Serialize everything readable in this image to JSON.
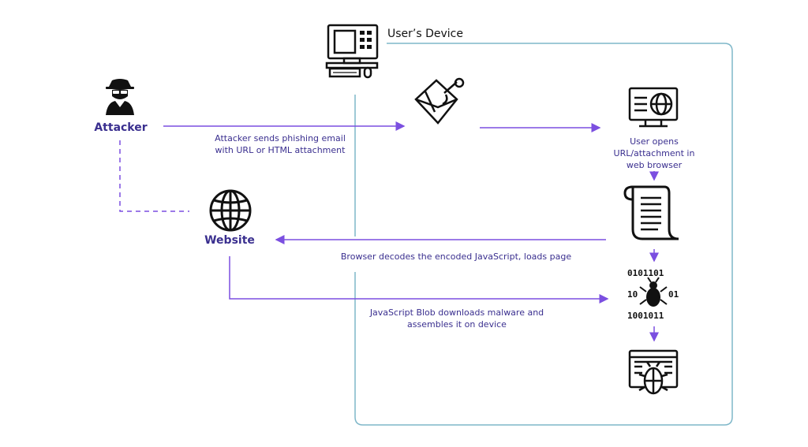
{
  "device_box": {
    "title": "User’s Device"
  },
  "nodes": {
    "attacker": {
      "label": "Attacker",
      "icon": "hacker-icon"
    },
    "website": {
      "label": "Website",
      "icon": "globe-icon"
    },
    "device": {
      "icon": "desktop-computer-icon"
    },
    "email": {
      "icon": "phishing-email-icon"
    },
    "browser": {
      "icon": "web-browser-icon"
    },
    "script": {
      "icon": "script-scroll-icon"
    },
    "malware_code": {
      "icon": "binary-bug-icon"
    },
    "infected_window": {
      "icon": "infected-browser-icon"
    }
  },
  "edges": {
    "send_email": {
      "line1": "Attacker sends phishing email",
      "line2": "with URL or HTML attachment"
    },
    "opens": {
      "line1": "User opens",
      "line2": "URL/attachment in",
      "line3": "web browser"
    },
    "decodes": {
      "text": "Browser decodes the encoded JavaScript, loads page"
    },
    "blob": {
      "line1": "JavaScript Blob downloads malware and",
      "line2": "assembles it on device"
    }
  },
  "colors": {
    "accent": "#7b4fe0",
    "box": "#7fb7c9",
    "text": "#3a2f8f",
    "icon": "#111111"
  }
}
